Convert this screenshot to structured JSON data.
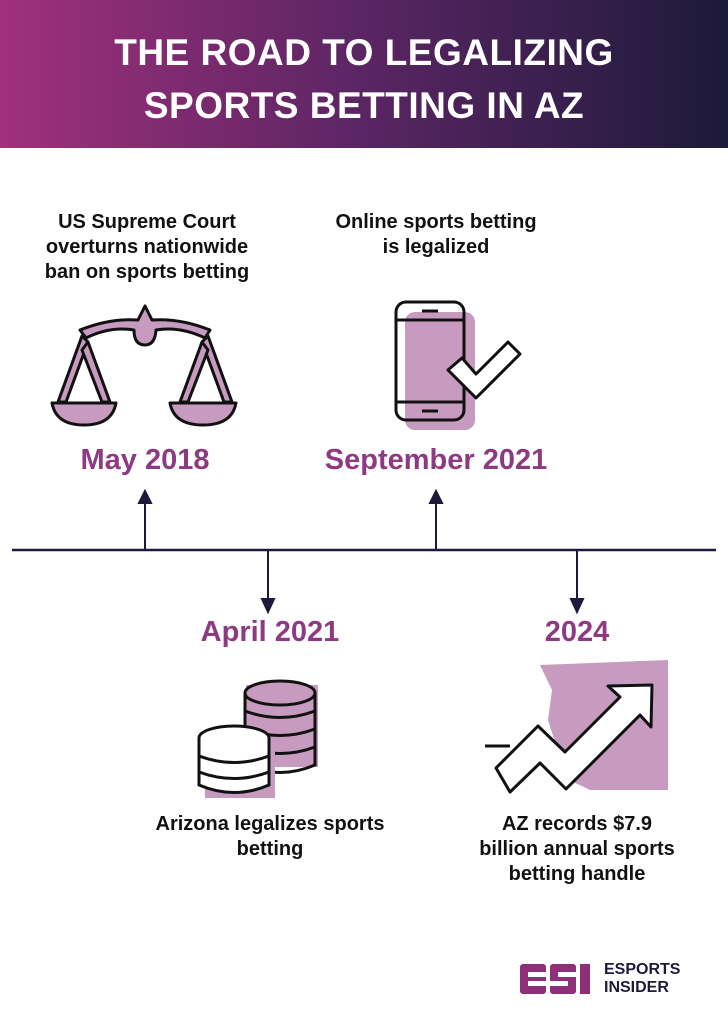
{
  "header": {
    "title_line1": "THE ROAD TO LEGALIZING",
    "title_line2": "SPORTS BETTING IN AZ"
  },
  "events": [
    {
      "date": "May 2018",
      "lines": [
        "US Supreme Court",
        "overturns nationwide",
        "ban on sports betting"
      ],
      "icon": "scales-of-justice-icon"
    },
    {
      "date": "September 2021",
      "lines": [
        "Online sports betting",
        "is legalized"
      ],
      "icon": "smartphone-check-icon"
    },
    {
      "date": "April 2021",
      "lines": [
        "Arizona legalizes sports",
        "betting"
      ],
      "icon": "coin-stacks-icon"
    },
    {
      "date": "2024",
      "lines": [
        "AZ records $7.9",
        "billion annual sports",
        "betting handle"
      ],
      "icon": "arizona-growth-arrow-icon"
    }
  ],
  "logo": {
    "mark": "ESI",
    "line1": "ESPORTS",
    "line2": "INSIDER"
  },
  "colors": {
    "accent": "#8e3a82",
    "fill": "#c79bbf",
    "navy": "#1e1a3c"
  }
}
